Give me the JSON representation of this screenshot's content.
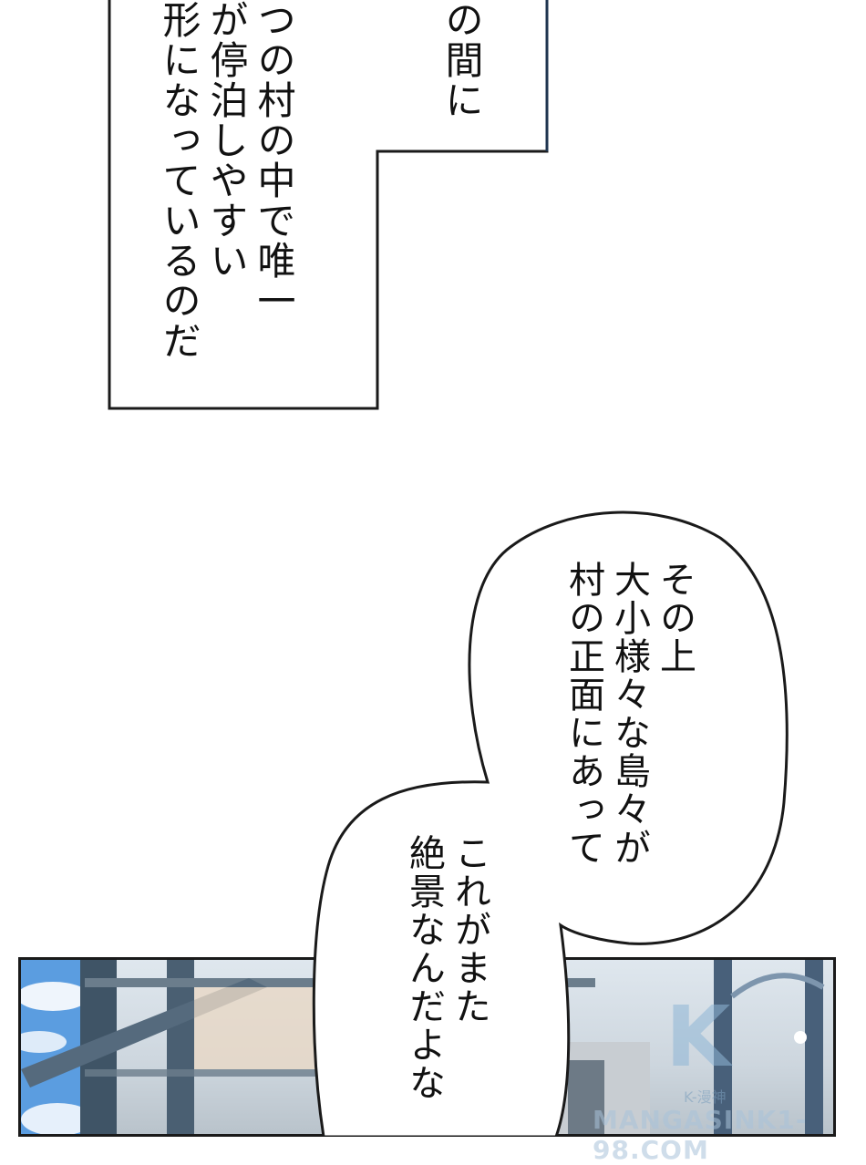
{
  "narration": {
    "main_text": "つの村の中で唯一\nが停泊しやすい\n形になっているのだ",
    "corner_text": "の間に"
  },
  "bubble": {
    "line_group_1": "その上\n大小様々な島々が\n村の正面にあって",
    "line_group_2": "これがまた\n絶景なんだよな"
  },
  "watermark": {
    "logo_letter": "K",
    "brand": "K-漫神",
    "url": "MANGASINK1-98.COM"
  },
  "colors": {
    "narration_border": "#1f3550",
    "bubble_stroke": "#1a1a1a",
    "sky": "#4a8fd6"
  }
}
